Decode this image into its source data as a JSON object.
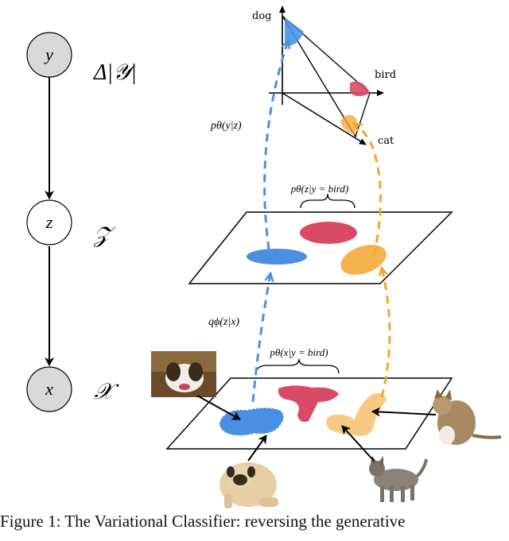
{
  "nodes": [
    {
      "label": "y",
      "space": "Δ|𝒴|"
    },
    {
      "label": "z",
      "space": "𝒵"
    },
    {
      "label": "x",
      "space": "𝒳"
    }
  ],
  "simplex": {
    "labels": {
      "dog": "dog",
      "bird": "bird",
      "cat": "cat"
    }
  },
  "equations": {
    "p_y_given_z": "pθ(y|z)",
    "p_z_given_y": "pθ(z|y = bird)",
    "q_z_given_x": "qϕ(z|x)",
    "p_x_given_y": "pθ(x|y = bird)"
  },
  "colors": {
    "dog": "#4a90e2",
    "bird": "#d94a64",
    "cat": "#f4a530",
    "node_fill": "#d9d9d9"
  },
  "images": [
    "dog-photo-icon",
    "pug-photo-icon",
    "cat-photo-icon",
    "kitten-photo-icon"
  ],
  "caption": "Figure 1: The Variational Classifier: reversing the generative"
}
